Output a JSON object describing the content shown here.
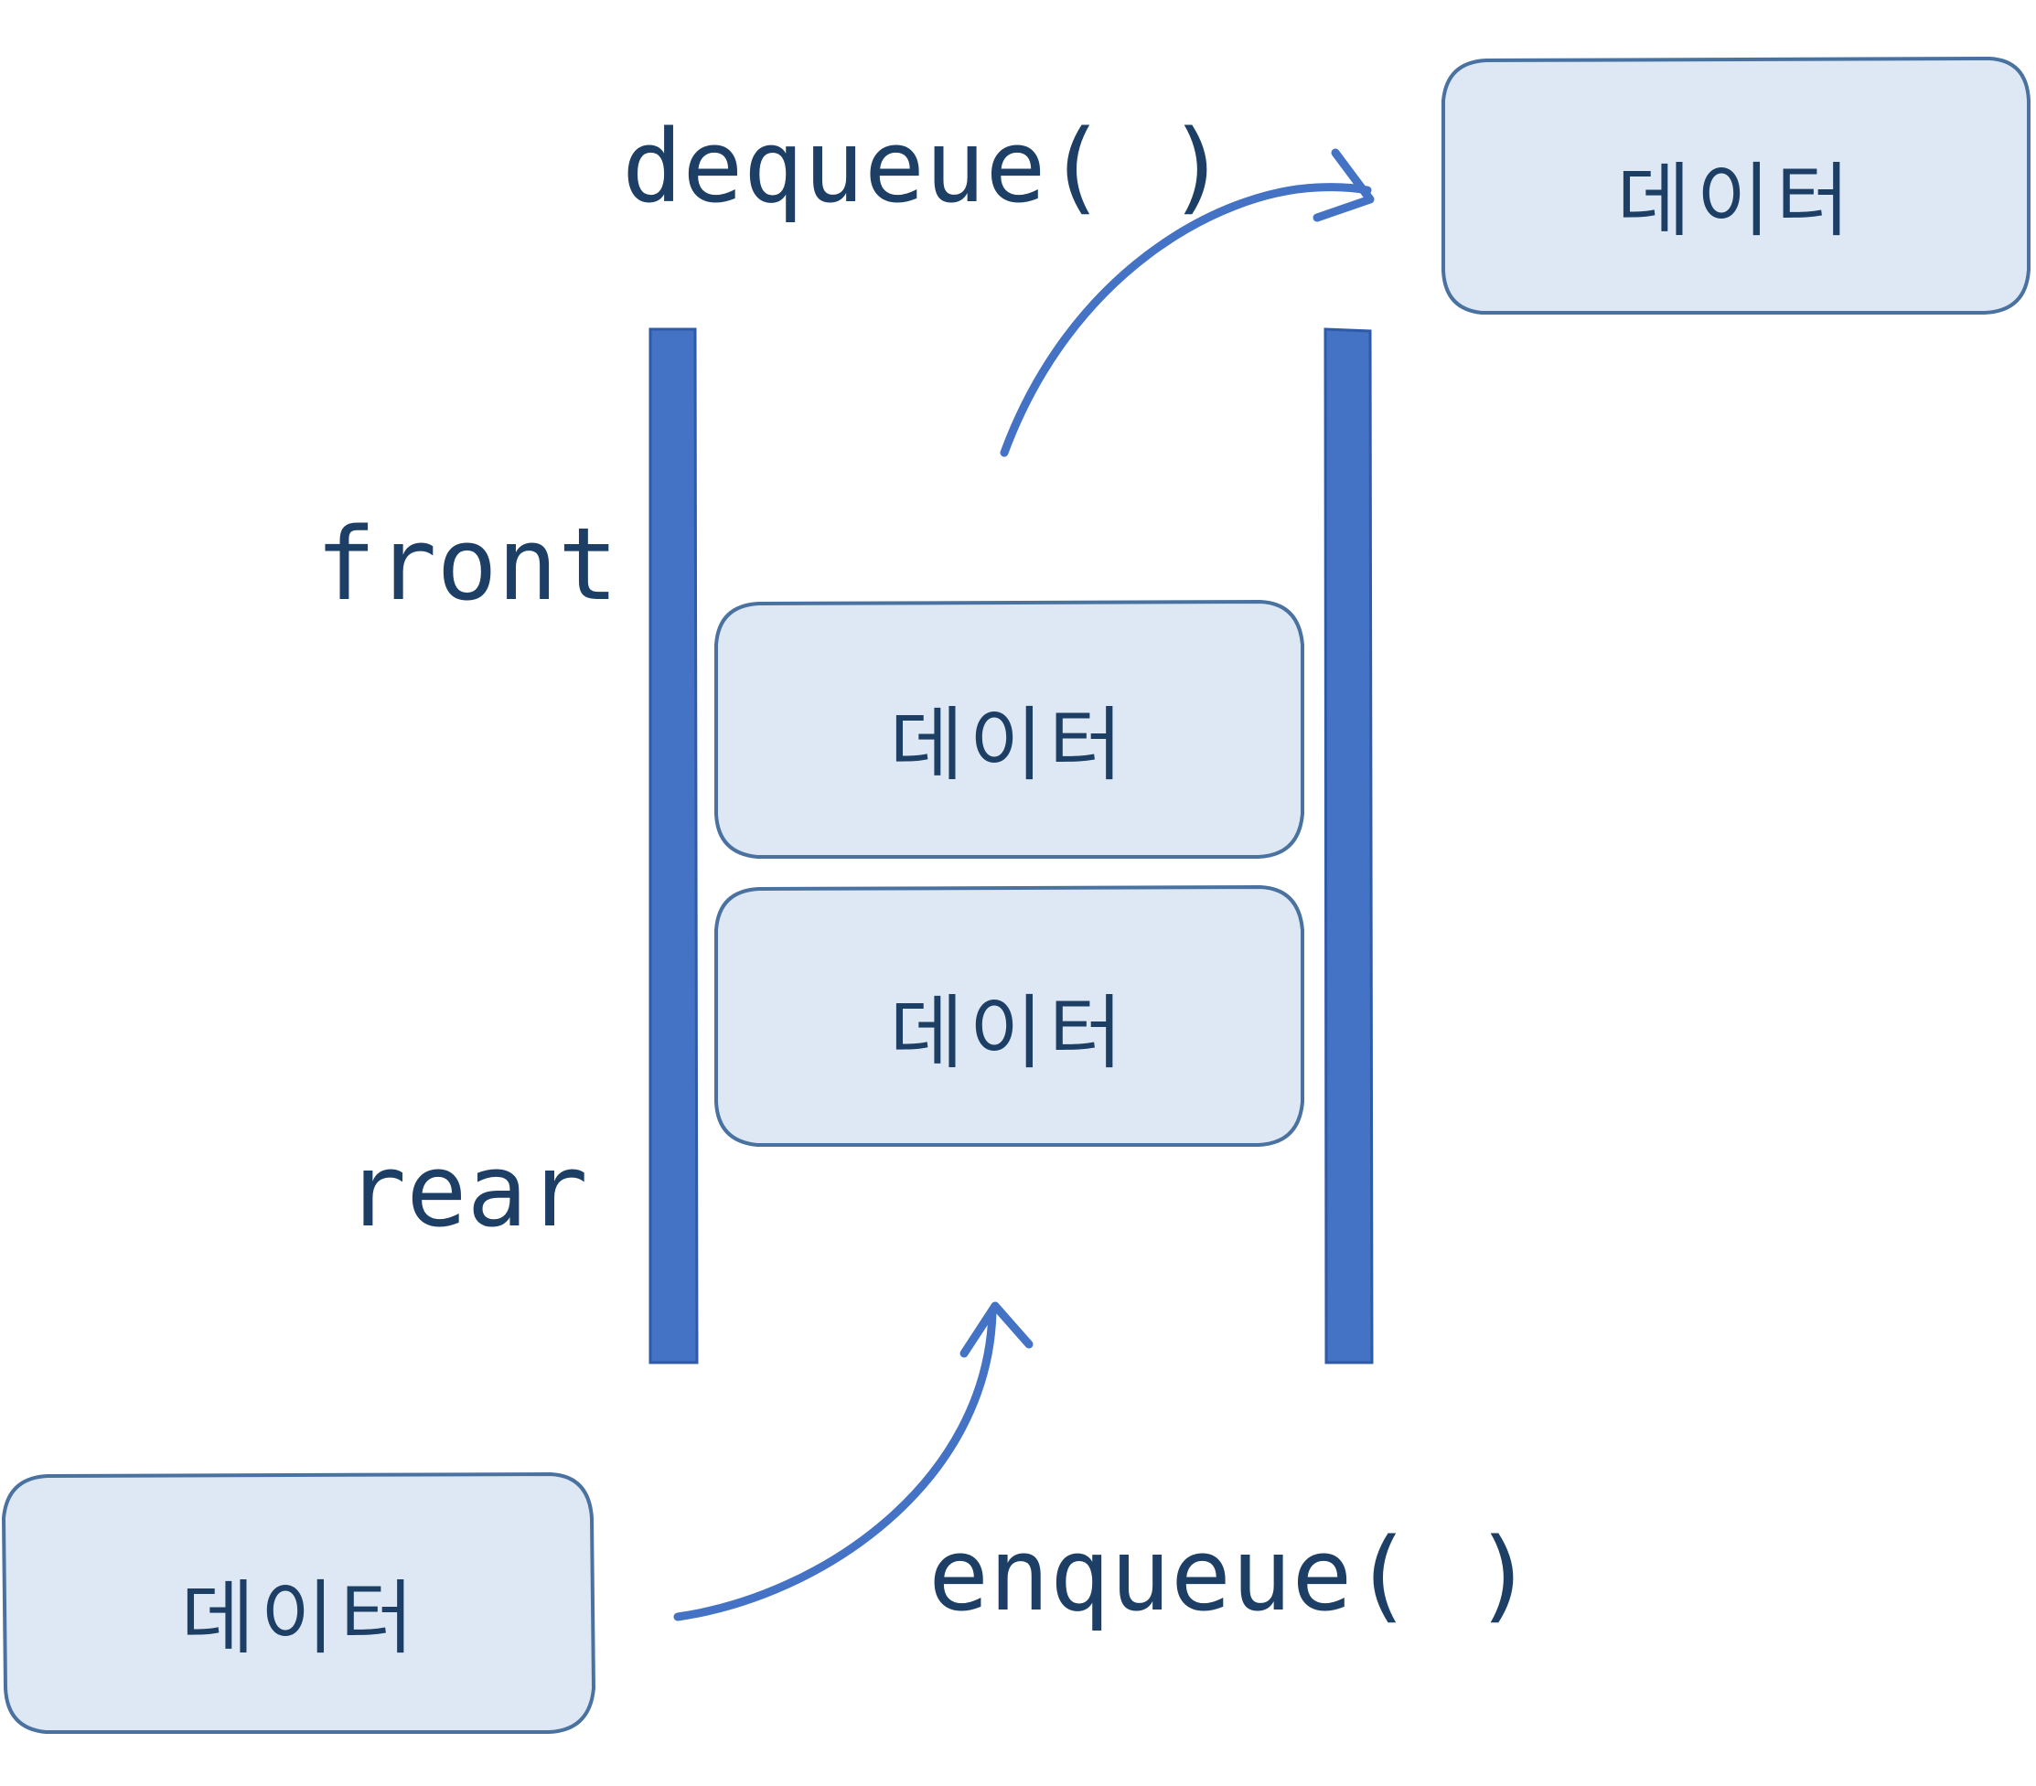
{
  "colors": {
    "box_fill": "#dde8f4",
    "box_stroke": "#4a72a0",
    "rail": "#4472c4",
    "arrow": "#4472c4",
    "text": "#1d3f66"
  },
  "labels": {
    "dequeue": "dequeue( )",
    "enqueue": "enqueue( )",
    "front": "front",
    "rear": "rear"
  },
  "boxes": {
    "dequeued": "데이터",
    "queue_front": "데이터",
    "queue_rear": "데이터",
    "incoming": "데이터"
  },
  "icons": {
    "dequeue_arrow": "curved-arrow-up-right-icon",
    "enqueue_arrow": "curved-arrow-up-icon"
  }
}
